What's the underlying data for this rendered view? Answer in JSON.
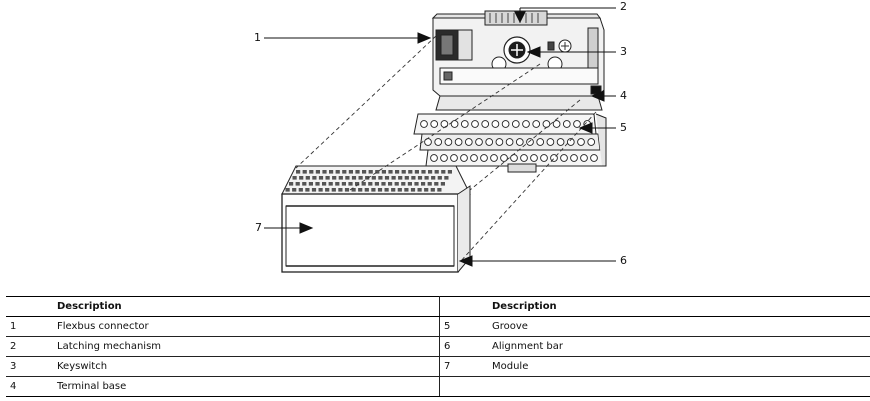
{
  "callouts": [
    "1",
    "2",
    "3",
    "4",
    "5",
    "6",
    "7"
  ],
  "legend": {
    "header": "Description",
    "rows": [
      {
        "num": "1",
        "desc": "Flexbus connector",
        "num2": "5",
        "desc2": "Groove"
      },
      {
        "num": "2",
        "desc": "Latching mechanism",
        "num2": "6",
        "desc2": "Alignment bar"
      },
      {
        "num": "3",
        "desc": "Keyswitch",
        "num2": "7",
        "desc2": "Module"
      },
      {
        "num": "4",
        "desc": "Terminal base",
        "num2": "",
        "desc2": ""
      }
    ]
  }
}
